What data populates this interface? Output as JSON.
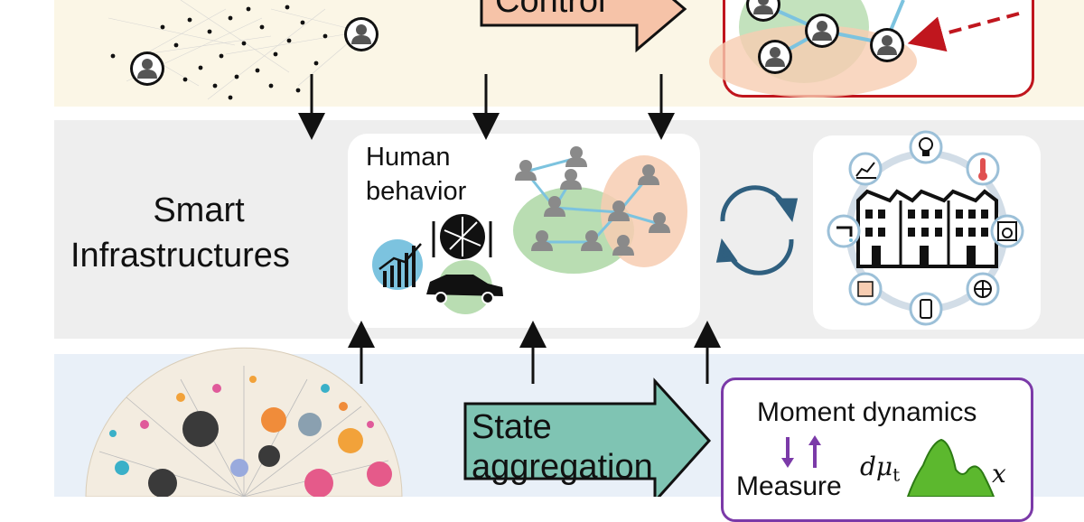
{
  "top_band": {
    "control_label": "Control"
  },
  "middle_band": {
    "title_line1": "Smart",
    "title_line2": "Infrastructures",
    "human_label_line1": "Human",
    "human_label_line2": "behavior"
  },
  "bottom_band": {
    "aggregation_line1": "State",
    "aggregation_line2": "aggregation",
    "moment_label": "Moment dynamics",
    "measure_label": "Measure",
    "dmu_label": "dμ",
    "dmu_subscript": "t",
    "x_label": "x"
  },
  "colors": {
    "control_arrow": "#f6c3a8",
    "aggregation_arrow": "#7fc4b3",
    "control_box": "#c0161e",
    "moment_box": "#7b3aa8",
    "cycle_arrows": "#2f5f7f",
    "link": "#7cc3df",
    "green_group": "#b9ddb2",
    "orange_group": "#f7cdb2"
  },
  "icons": [
    "person-icon",
    "graph-network-icon",
    "cycle-arrows-icon",
    "building-icon",
    "light-bulb-icon",
    "thermometer-icon",
    "washing-machine-icon",
    "fan-icon",
    "phone-icon",
    "speaker-icon",
    "faucet-icon",
    "growth-chart-icon",
    "plate-cutlery-icon",
    "car-icon",
    "knowledge-graph-icon",
    "distribution-curve-icon"
  ]
}
